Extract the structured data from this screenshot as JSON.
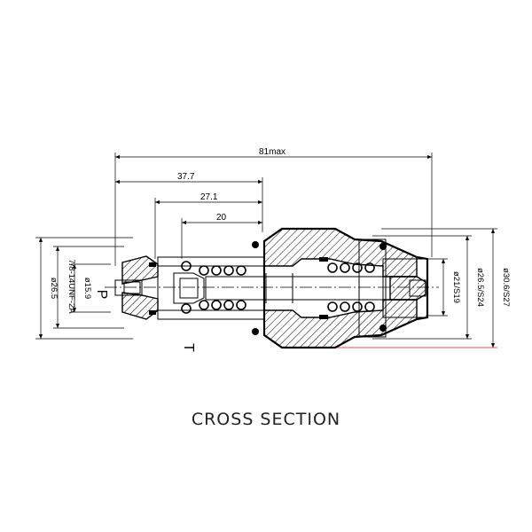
{
  "dimensions": {
    "overall_length": "81max",
    "length_1": "37.7",
    "length_2": "27.1",
    "length_3": "20",
    "left_diameter": "ø26.5",
    "thread": "7/8-14UNF-2A",
    "inner_diameter": "ø15.9",
    "right_diameter_1": "ø21/S19",
    "right_diameter_2": "ø26.5/S24",
    "right_diameter_3": "ø30.6/S27"
  },
  "ports": {
    "pressure": "P",
    "tank": "T"
  },
  "caption": "CROSS SECTION",
  "colors": {
    "line": "#000000",
    "accent_line": "#cc2222"
  }
}
